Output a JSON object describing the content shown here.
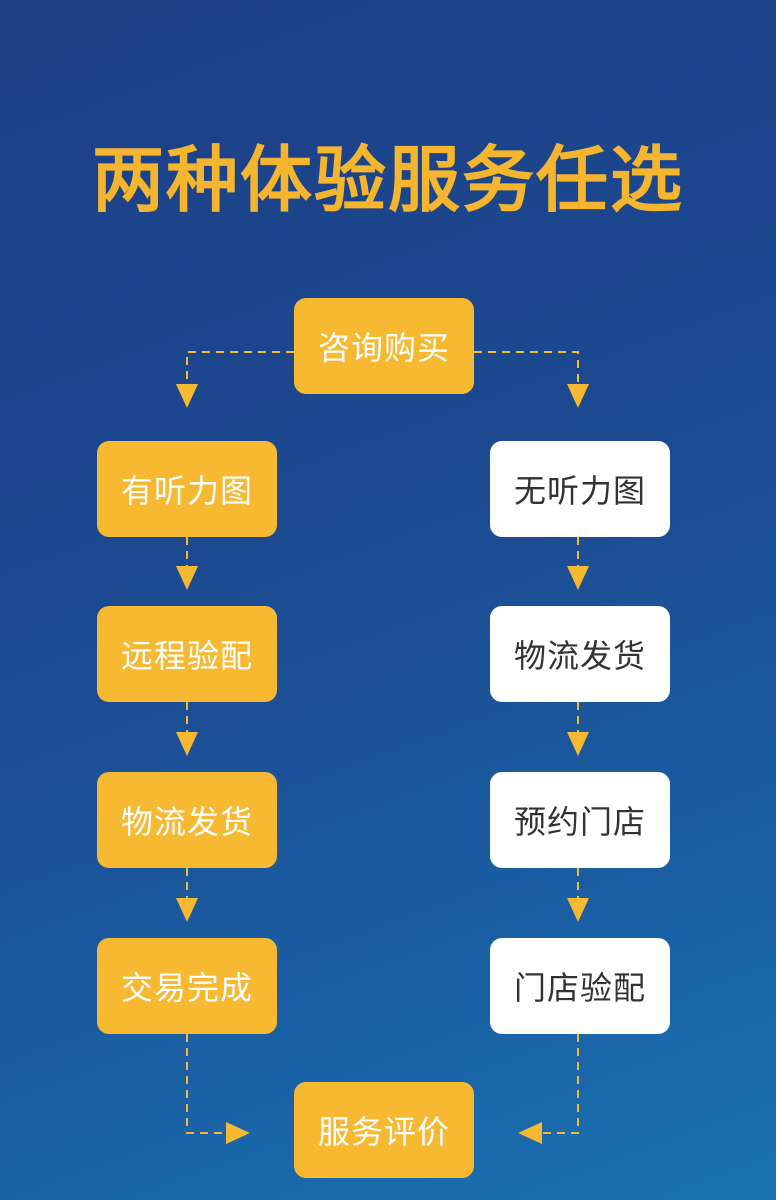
{
  "title": "两种体验服务任选",
  "start": "咨询购买",
  "left_branch": [
    "有听力图",
    "远程验配",
    "物流发货",
    "交易完成"
  ],
  "right_branch": [
    "无听力图",
    "物流发货",
    "预约门店",
    "门店验配"
  ],
  "end": "服务评价",
  "colors": {
    "accent": "#f7b932",
    "title": "#f5b52e",
    "white_box": "#ffffff",
    "white_box_text": "#333333",
    "connector": "#f7b932"
  }
}
